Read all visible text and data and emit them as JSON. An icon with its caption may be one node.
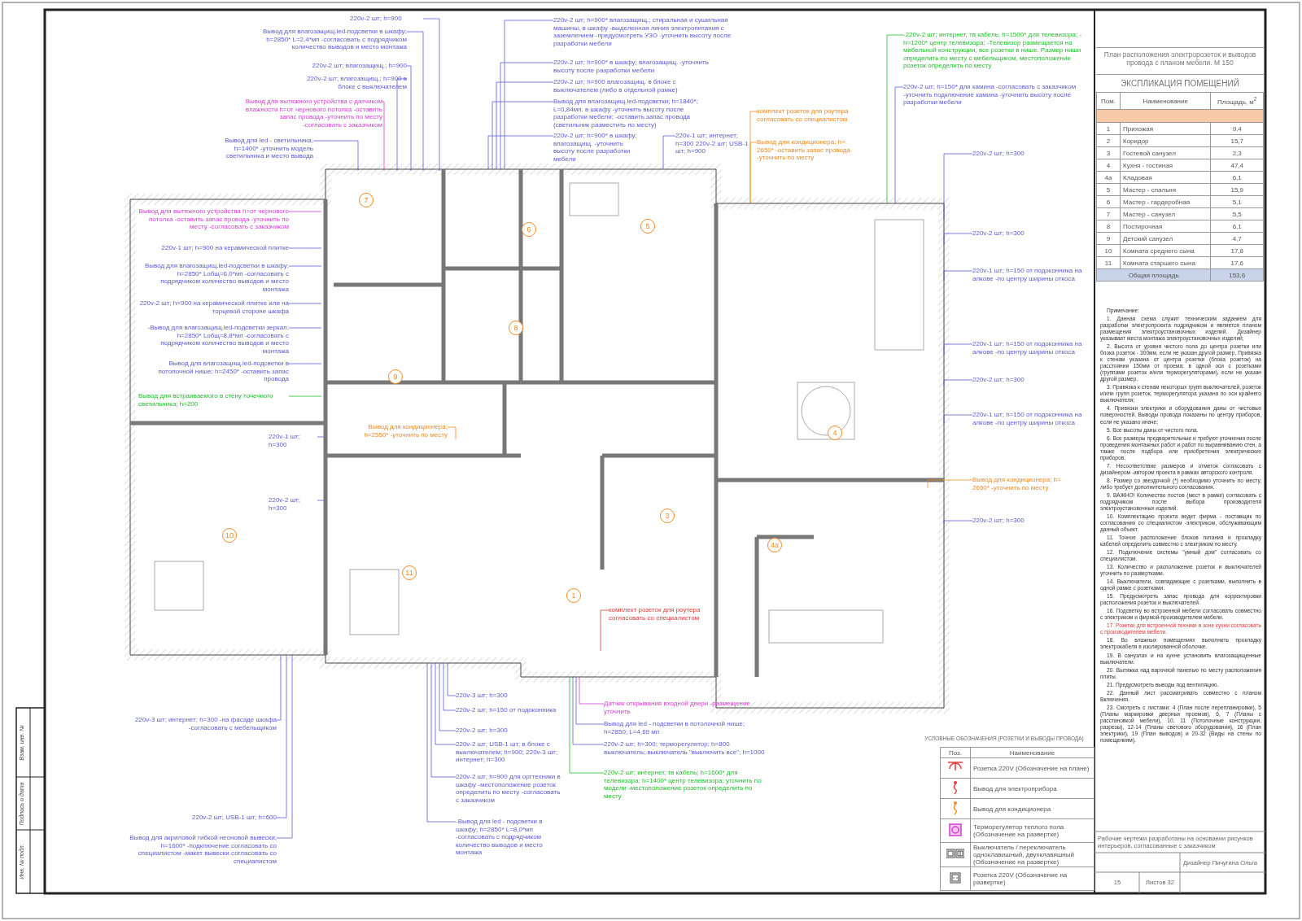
{
  "diagram": {
    "title": "План расположения электророзеток и выводов провода с планом мебели. М 150",
    "nodes": [
      {
        "text": [
          "7"
        ]
      },
      {
        "text": [
          "6"
        ]
      },
      {
        "text": [
          "5"
        ]
      },
      {
        "text": [
          "8"
        ]
      },
      {
        "text": [
          "9"
        ]
      },
      {
        "text": [
          "4"
        ]
      },
      {
        "text": [
          "3"
        ]
      },
      {
        "text": [
          "10"
        ]
      },
      {
        "text": [
          "4а"
        ]
      },
      {
        "text": [
          "11"
        ]
      },
      {
        "text": [
          "1"
        ]
      },
      {
        "text": [
          "220v-2 шт; h=900"
        ]
      },
      {
        "text": [
          "Вывод для влагозащищ.led-подсветки в шкафу; h=2850* L=2,4*мп -согласовать с подрядчиком количество выводов и место монтажа"
        ]
      },
      {
        "text": [
          "220v-2 шт; влагозащищ.; h=900"
        ]
      },
      {
        "text": [
          "220v-2 шт; влагозащищ.; h=900 в блоке с выключателем"
        ]
      },
      {
        "text": [
          "Вывод для вытяжного устройства с датчиком влажности h=от чернового потолка -оставить запас провода -уточнить по месту -согласовать с заказчиком"
        ]
      },
      {
        "text": [
          "Вывод для led - светильника; h=1400* -уточнить модель светильника и место вывода"
        ]
      },
      {
        "text": [
          "-220v-2 шт; интернет, тв кабель; h=1500* для телевизора; -h=1200* центр телевизора; -Телевизор размещается на мебельной конструкции, все розетки в нише. Размер ниши определить по месту с мебельщиком, местоположение розеток определить по месту"
        ]
      },
      {
        "text": [
          "220v-2 шт; h=150* для камина -согласовать с заказчиком -уточнить подключение камина -уточнить высоту после разработки мебели"
        ]
      },
      {
        "text": [
          "комплект розеток для роутера согласовать со специалистом"
        ]
      },
      {
        "text": [
          "Вывод для кондиционера; h= 2650* -оставить запас провода -уточнить по месту"
        ]
      },
      {
        "text": [
          "220v-2 шт; h=300"
        ]
      },
      {
        "text": [
          "220v-2 шт; h=300"
        ]
      },
      {
        "text": [
          "220v-1 шт; h=150 от подоконника на алкове -по центру ширины откоса"
        ]
      },
      {
        "text": [
          "220v-1 шт; h=150 от подоконника на алкове -по центру ширины откоса"
        ]
      },
      {
        "text": [
          "220v-2 шт; h=300"
        ]
      },
      {
        "text": [
          "220v-1 шт; h=150 от подоконника на алкове -по центру ширины откоса"
        ]
      },
      {
        "text": [
          "Вывод для кондиционера; h=2550* -уточнить по месту"
        ]
      },
      {
        "text": [
          "Вывод для кондиционера; h= 2650* -уточнить по месту"
        ]
      },
      {
        "text": [
          "220v-2 шт; h=300"
        ]
      },
      {
        "text": [
          "комплект розеток для роутера согласовать со специалистом"
        ]
      },
      {
        "text": [
          "220v-2 шт; h=900* влагозащищ.; стиральная и сушильная машины, в шкафу -выделенная линия электропитания с заземлением -предусмотреть УЗО -уточнить высоту после разработки мебели"
        ]
      },
      {
        "text": [
          "220v-2 шт; h=900* в шкафу; влагозащищ. -уточнить высоту после разработки мебели"
        ]
      },
      {
        "text": [
          "220v-2 шт; h=900 влагозащищ. в блоке с выключателем (либо в отдельной рамке)"
        ]
      },
      {
        "text": [
          "Вывод для влагозащищ.led-подсветки; h=1840*; L=0,84мп. в шкафу -уточнить высоту после разработки мебели; -оставить запас провода (светильник разместить по месту)"
        ]
      },
      {
        "text": [
          "220v-2 шт; h=900* в шкафу; влагозащищ. -уточнить высоту после разработки мебели"
        ]
      },
      {
        "text": [
          "220v-1 шт; интернет; h=300 220v-2 шт; USB-1 шт; h=900"
        ]
      },
      {
        "text": [
          "Вывод для вытяжного устройства h=от чернового потолка -оставить запас провода -уточнить по месту -согласовать с заказчиком"
        ]
      },
      {
        "text": [
          "220v-1 шт; h=900 на керамической плитке"
        ]
      },
      {
        "text": [
          "Вывод для влагозащищ.led-подсветки в шкафу; h=2850* Lобщ=6,0*мп -согласовать с подрядчиком количество выводов и место монтажа"
        ]
      },
      {
        "text": [
          "220v-2 шт; h=900 на керамической плитке или на торцевой стороне шкафа"
        ]
      },
      {
        "text": [
          "-Вывод для влагозащищ.led-подсветки зеркал; h=2850* Lобщ=8,8*мп -согласовать с подрядчиком количество выводов и место монтажа"
        ]
      },
      {
        "text": [
          "Вывод для влагозащищ.led-подсветки в потолочной нише; h=2450* -оставить запас провода"
        ]
      },
      {
        "text": [
          "Вывод для встраиваемого в стену точечного светильника; h=200"
        ]
      },
      {
        "text": [
          "220v-1 шт; h=300"
        ]
      },
      {
        "text": [
          "220v-2 шт; h=300"
        ]
      },
      {
        "text": [
          "220v-3 шт; интернет; h=300 -на фасаде шкафа -согласовать с мебельщиком"
        ]
      },
      {
        "text": [
          "220v-2 шт; USB-1 шт; h=600"
        ]
      },
      {
        "text": [
          "Вывод для акриловой гибкой неоновой вывески; h=1600* -подключение согласовать со специалистом -макет вывески согласовать со специалистом"
        ]
      },
      {
        "text": [
          "220v-3 шт; h=300"
        ]
      },
      {
        "text": [
          "220v-2 шт; h=150 от подоконника"
        ]
      },
      {
        "text": [
          "220v-2 шт; h=300"
        ]
      },
      {
        "text": [
          "220v-2 шт; USB-1 шт; в блоке с выключателем; h=900; 220v-3 шт; интернет; h=300"
        ]
      },
      {
        "text": [
          "220v-2 шт; h=900 для оргтехники в шкафу -местоположение розеток определить по месту -согласовать с заказчиком"
        ]
      },
      {
        "text": [
          "-Вывод для led - подсветки в шкафу; h=2850* L=8,0*мп -согласовать с подрядчиком количество выводов и место монтажа"
        ]
      },
      {
        "text": [
          "Датчик открывания входной двери -размещение уточнить"
        ]
      },
      {
        "text": [
          "Вывод для led - подсветки в потолочной нише; h=2850; L=4,69 мп"
        ]
      },
      {
        "text": [
          "220v-2 шт; h=300; терморегулятор; h=800 выключатель; выключатель \"выключить все\"; h=1000"
        ]
      },
      {
        "text": [
          "220v-2 шт; интернет, тв кабель; h=1600* для телевизора; h=1400* центр телевизора; уточнить по модели -местоположение розеток определить по месту"
        ]
      }
    ],
    "edges": [
      {
        "from": 11,
        "to": null,
        "arrow": "none"
      },
      {
        "from": 12,
        "to": null,
        "arrow": "none"
      },
      {
        "from": 13,
        "to": null,
        "arrow": "none"
      },
      {
        "from": 14,
        "to": null,
        "arrow": "none"
      },
      {
        "from": 15,
        "to": null,
        "arrow": "none",
        "color": "#d23fd2"
      },
      {
        "from": 16,
        "to": null,
        "arrow": "none"
      },
      {
        "from": 17,
        "to": null,
        "arrow": "none",
        "color": "#1fbf2a"
      },
      {
        "from": 18,
        "to": null,
        "arrow": "none"
      },
      {
        "from": 19,
        "to": null,
        "arrow": "none",
        "color": "#f08a24"
      },
      {
        "from": 20,
        "to": null,
        "arrow": "none",
        "color": "#f08a24"
      },
      {
        "from": 21,
        "to": null,
        "arrow": "none"
      },
      {
        "from": 22,
        "to": null,
        "arrow": "none"
      },
      {
        "from": 23,
        "to": null,
        "arrow": "none"
      },
      {
        "from": 24,
        "to": null,
        "arrow": "none"
      },
      {
        "from": 25,
        "to": null,
        "arrow": "none"
      },
      {
        "from": 26,
        "to": null,
        "arrow": "none"
      },
      {
        "from": 27,
        "to": null,
        "arrow": "none",
        "color": "#f08a24"
      },
      {
        "from": 28,
        "to": null,
        "arrow": "none",
        "color": "#f08a24"
      },
      {
        "from": 29,
        "to": null,
        "arrow": "none"
      },
      {
        "from": 30,
        "to": null,
        "arrow": "none",
        "color": "#e23a3a"
      },
      {
        "from": 31,
        "to": null,
        "arrow": "none"
      },
      {
        "from": 32,
        "to": null,
        "arrow": "none"
      },
      {
        "from": 33,
        "to": null,
        "arrow": "none"
      },
      {
        "from": 34,
        "to": null,
        "arrow": "none"
      },
      {
        "from": 35,
        "to": null,
        "arrow": "none"
      },
      {
        "from": 36,
        "to": null,
        "arrow": "none"
      },
      {
        "from": 37,
        "to": null,
        "arrow": "none",
        "color": "#d23fd2"
      },
      {
        "from": 38,
        "to": null,
        "arrow": "none"
      },
      {
        "from": 39,
        "to": null,
        "arrow": "none"
      },
      {
        "from": 40,
        "to": null,
        "arrow": "none"
      },
      {
        "from": 41,
        "to": null,
        "arrow": "none"
      },
      {
        "from": 42,
        "to": null,
        "arrow": "none"
      },
      {
        "from": 43,
        "to": null,
        "arrow": "none",
        "color": "#1fbf2a"
      },
      {
        "from": 44,
        "to": null,
        "arrow": "none"
      },
      {
        "from": 45,
        "to": null,
        "arrow": "none"
      },
      {
        "from": 46,
        "to": null,
        "arrow": "none"
      },
      {
        "from": 47,
        "to": null,
        "arrow": "none"
      },
      {
        "from": 48,
        "to": null,
        "arrow": "none"
      },
      {
        "from": 49,
        "to": null,
        "arrow": "none"
      },
      {
        "from": 50,
        "to": null,
        "arrow": "none"
      },
      {
        "from": 51,
        "to": null,
        "arrow": "none"
      },
      {
        "from": 52,
        "to": null,
        "arrow": "none"
      },
      {
        "from": 53,
        "to": null,
        "arrow": "none"
      },
      {
        "from": 54,
        "to": null,
        "arrow": "none"
      },
      {
        "from": 55,
        "to": null,
        "arrow": "none",
        "color": "#d23fd2"
      },
      {
        "from": 56,
        "to": null,
        "arrow": "none"
      },
      {
        "from": 57,
        "to": null,
        "arrow": "none"
      },
      {
        "from": 58,
        "to": null,
        "arrow": "none",
        "color": "#1fbf2a"
      }
    ],
    "labels": [
      "ЭКСПЛИКАЦИЯ ПОМЕЩЕНИЙ",
      "Пом.",
      "Наименование",
      "Площадь, м$^{2}$",
      "1",
      "Прихожая",
      "9,4",
      "2",
      "Коридор",
      "15,7",
      "3",
      "Гостевой санузел",
      "2,3",
      "4",
      "Кухня - гостиная",
      "47,4",
      "4а",
      "Кладовая",
      "6,1",
      "5",
      "Мастер - спальня",
      "15,9",
      "6",
      "Мастер - гардеробная",
      "5,1",
      "7",
      "Мастер - санузел",
      "5,5",
      "8",
      "Постирочная",
      "6,1",
      "9",
      "Детский санузел",
      "4,7",
      "10",
      "Комната среднего сына",
      "17,8",
      "11",
      "Комната старшего сына",
      "17,6",
      "Общая площадь",
      "153,6",
      "Примечание:",
      "1. Данная схема служит техническим заданием для разработки электропроекта подрядчиком и является планом размещения электроустановочных изделий. Дизайнер указывает места монтажа электроустановочных изделий;",
      "2. Высота от уровня чистого пола до центра розетки или блока розеток - 300мм, если не указан другой размер. Привязка к стенам указана от центра розетки (блока розеток) на расстоянии 150мм от проема; в одной оси с розетками (группами розеток и/или терморегуляторами), если не указан другой размер.",
      "3. Привязка к стенам некоторых групп выключателей, розеток и/или групп розеток, терморегулятора указана по оси крайнего выключателя;",
      "4. Привязки электрики и оборудования даны от чистовых поверхностей. Выводы провода показаны по центру приборов, если не указано иначе;",
      "5. Все высоты даны от чистого пола.",
      "6. Все размеры предварительные и требуют уточнения после проведения монтажных работ и работ по выравниванию стен, а также после подбора или приобретения электрических приборов.",
      "7. Несоответствие размеров и отметок согласовать с дизайнером -автором проекта в рамках авторского контроля.",
      "8. Размер со звездочкой (*) необходимо уточнить по месту, либо требует дополнительного согласования.",
      "9. ВАЖНО! Количество постов (мест в рамке) согласовать с подрядчиком после выбора производителя электроустановочных изделий.",
      "10. Комплектацию проекта ведет фирма - поставщик по согласованию со специалистом -электриком, обслуживающим данный объект.",
      "11. Точное расположение блоков питания и прокладку кабелей определить совместно с электриком по месту.",
      "12. Подключение системы \"умный дом\" согласовать со специалистом.",
      "13. Количество и расположение розеток и выключателей уточнить по развертками.",
      "14. Выключатели, совпадающие с розетками, выполнить в одной рамке с розетками.",
      "15. Предусмотреть запас провода для корректировки расположения розеток и выключателей.",
      "16. Подсветку во встроенной мебели согласовать совместно с электриком и фирмой-производителем мебели.",
      "17. Розетки для встроенной техники в зоне кухни согласовать с производителем мебели.",
      "18. Во влажных помещениях выполнить прокладку электрокабеля в изолированной оболочке.",
      "19. В санузлах и на кухне установить влагозащищенные выключатели.",
      "20. Вытяжка над варочной панелью по месту расположения плиты.",
      "21. Предусмотреть выводы под вентиляцию.",
      "22. Данный лист рассматривать совместно с планом Включения.",
      "23. Смотреть с листами: 4 (План после перепланировки), 5 (Планы маркировки дверных проемов), 6, 7 (Планы с расстановкой мебели), 10, 11 (Потолочные конструкции, разрезы), 12-14 (Планы светового оборудования), 16 (План электрики), 19 (План выводов) и 20-32 (Виды на стены по помещениям).",
      "УСЛОВНЫЕ ОБОЗНАЧЕНИЯ (РОЗЕТКИ И ВЫВОДЫ ПРОВОДА)",
      "Поз.",
      "Наименование",
      "Рабочие чертежи разработаны на основании рисунков интерьеров, согласованные с заказчиком",
      "Дизайнер Пичугина Ольга",
      "15",
      "Листов 32",
      "Взам. инв. №",
      "Подпись и дата",
      "Инв. № подл."
    ],
    "legend": [
      {
        "text": "Розетка 220V (Обозначение на плане)"
      },
      {
        "text": "Вывод для электроприбора"
      },
      {
        "text": "Вывод для кондиционера"
      },
      {
        "text": "Терморегулятор теплого пола (Обозначение на развертке)"
      },
      {
        "text": "Выключатель / переключатель одноклавишный, двухклавишный (Обозначение на развертке)"
      },
      {
        "text": "Розетка 220V (Обозначение на развертке)"
      }
    ]
  }
}
